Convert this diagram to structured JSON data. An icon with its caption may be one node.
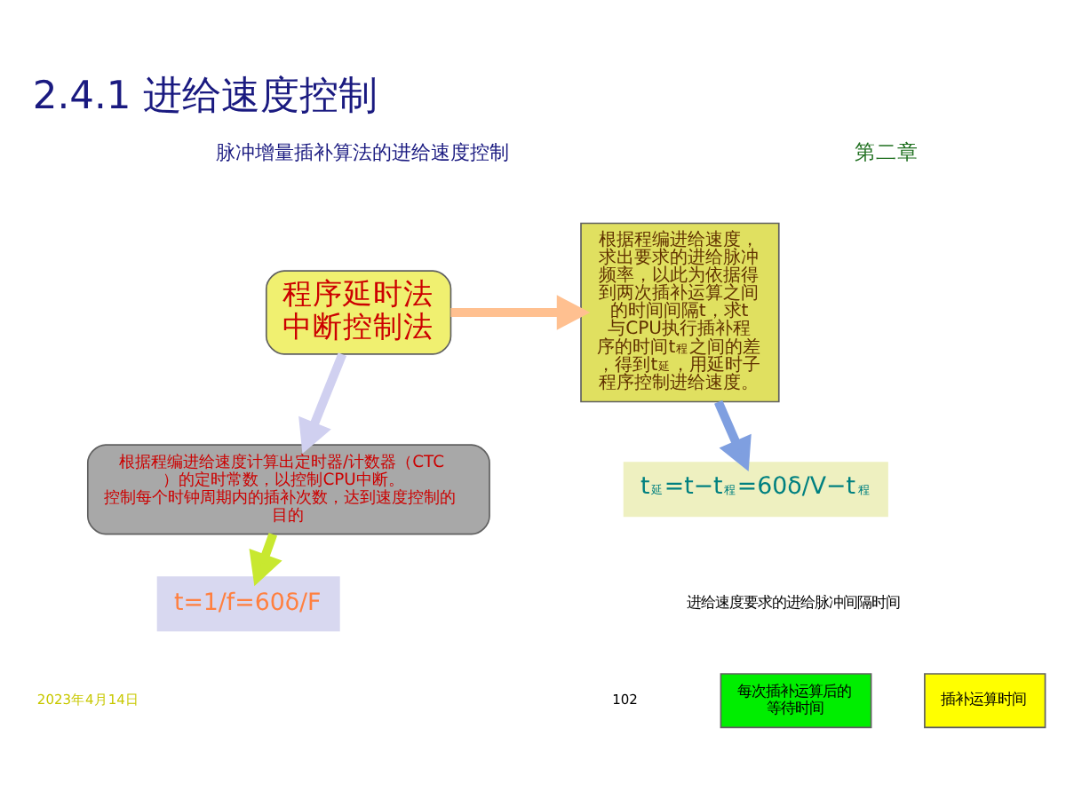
{
  "diagram": {
    "title": "2.4.1 进给速度控制",
    "nodes": [
      {
        "text": [
          "程序延时法",
          "中断控制法"
        ]
      },
      {
        "text": [
          "根据程编进给速度计算出定时器/计数器（CTC）的定时常数，以控制CPU中断。",
          "控制每个时钟周期内的插补次数，达到速度控制的目的"
        ]
      },
      {
        "text": [
          "t=1/f=60δ/F"
        ]
      },
      {
        "text": [
          "根据程编进给速度，求出要求的进给脉冲频率，以此为依据得到两次插补运算之间的时间间隔t，求t与CPU执行插补程序的时间t$_{程}$之间的差，得到t$_{延}$，用延时子程序控制进给速度。"
        ]
      },
      {
        "text": [
          "t$_{延}$=t−t$_{程}$=60δ/V−t$_{程}$"
        ]
      },
      {
        "text": [
          "每次插补运算后的等待时间"
        ]
      },
      {
        "text": [
          "插补运算时间"
        ]
      }
    ],
    "edges": [
      {
        "from": 0,
        "to": 1,
        "arrow": "to",
        "color": "#d0d0f0"
      },
      {
        "from": 1,
        "to": 2,
        "arrow": "to",
        "color": "#c8e830"
      },
      {
        "from": 0,
        "to": 3,
        "arrow": "to",
        "color": "#ffc090"
      },
      {
        "from": 3,
        "to": 4,
        "arrow": "to",
        "color": "#7f9fe0"
      }
    ],
    "labels": [
      "脉冲增量插补算法的进给速度控制",
      "第二章",
      "进给速度要求的进给脉冲间隔时间",
      "2023年4月14日",
      "102"
    ]
  }
}
